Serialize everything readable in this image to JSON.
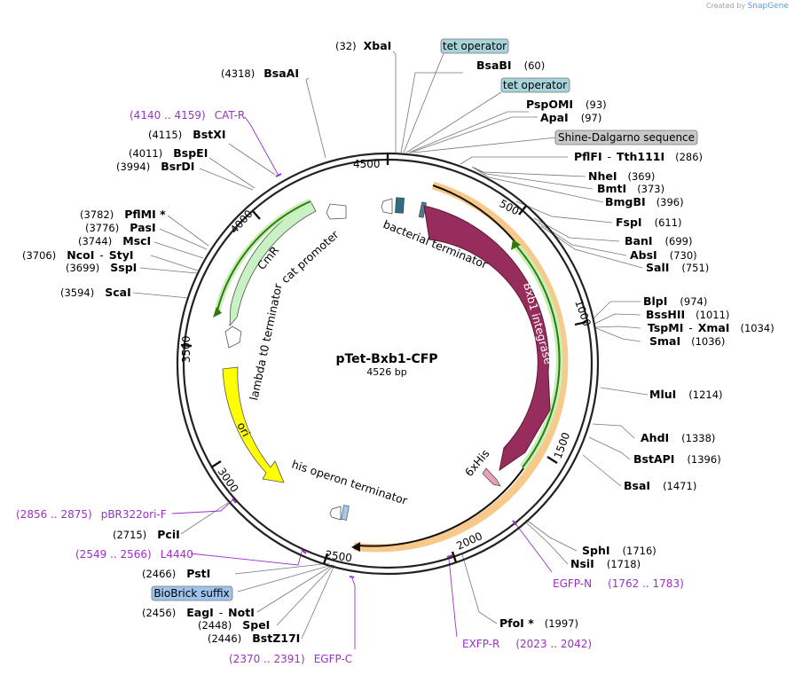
{
  "branding": {
    "created_by": "Created by",
    "app": "SnapGene"
  },
  "map": {
    "name": "pTet-Bxb1-CFP",
    "length": "4526 bp",
    "ticks": [
      "500",
      "1000",
      "1500",
      "2000",
      "2500",
      "3000",
      "3500",
      "4000",
      "4500"
    ],
    "features": {
      "bxb1": "Bxb1 integrase",
      "cmr": "CmR",
      "ori": "ori",
      "cat_promoter": "cat promoter",
      "lambda": "lambda t0 terminator",
      "bact_term": "bacterial terminator",
      "his_term": "his operon terminator",
      "sixhis": "6xHis"
    },
    "boxed": {
      "tet1": "tet operator",
      "tet2": "tet operator",
      "sd": "Shine-Dalgarno sequence",
      "biobrick": "BioBrick suffix"
    },
    "enzymes": [
      {
        "name": "XbaI",
        "pos": "(32)"
      },
      {
        "name": "BsaBI",
        "pos": "(60)"
      },
      {
        "name": "PspOMI",
        "pos": "(93)"
      },
      {
        "name": "ApaI",
        "pos": "(97)"
      },
      {
        "name": "PflFI",
        "sep": "-",
        "name2": "Tth111I",
        "pos": "(286)"
      },
      {
        "name": "NheI",
        "pos": "(369)"
      },
      {
        "name": "BmtI",
        "pos": "(373)"
      },
      {
        "name": "BmgBI",
        "pos": "(396)"
      },
      {
        "name": "FspI",
        "pos": "(611)"
      },
      {
        "name": "BanI",
        "pos": "(699)"
      },
      {
        "name": "AbsI",
        "pos": "(730)"
      },
      {
        "name": "SalI",
        "pos": "(751)"
      },
      {
        "name": "BlpI",
        "pos": "(974)"
      },
      {
        "name": "BssHII",
        "pos": "(1011)"
      },
      {
        "name": "TspMI",
        "sep": "-",
        "name2": "XmaI",
        "pos": "(1034)"
      },
      {
        "name": "SmaI",
        "pos": "(1036)"
      },
      {
        "name": "MluI",
        "pos": "(1214)"
      },
      {
        "name": "AhdI",
        "pos": "(1338)"
      },
      {
        "name": "BstAPI",
        "pos": "(1396)"
      },
      {
        "name": "BsaI",
        "pos": "(1471)"
      },
      {
        "name": "SphI",
        "pos": "(1716)"
      },
      {
        "name": "NsiI",
        "pos": "(1718)"
      },
      {
        "name": "PfoI *",
        "pos": "(1997)"
      },
      {
        "name": "BsaAI",
        "pos": "(4318)"
      },
      {
        "name": "BstXI",
        "pos": "(4115)"
      },
      {
        "name": "BspEI",
        "pos": "(4011)"
      },
      {
        "name": "BsrDI",
        "pos": "(3994)"
      },
      {
        "name": "PflMI *",
        "pos": "(3782)"
      },
      {
        "name": "PasI",
        "pos": "(3776)"
      },
      {
        "name": "MscI",
        "pos": "(3744)"
      },
      {
        "name": "NcoI",
        "sep": "-",
        "name2": "StyI",
        "pos": "(3706)"
      },
      {
        "name": "SspI",
        "pos": "(3699)"
      },
      {
        "name": "ScaI",
        "pos": "(3594)"
      },
      {
        "name": "PciI",
        "pos": "(2715)"
      },
      {
        "name": "PstI",
        "pos": "(2466)"
      },
      {
        "name": "EagI",
        "sep": "-",
        "name2": "NotI",
        "pos": "(2456)"
      },
      {
        "name": "SpeI",
        "pos": "(2448)"
      },
      {
        "name": "BstZ17I",
        "pos": "(2446)"
      }
    ],
    "primers": [
      {
        "range": "(4140 .. 4159)",
        "name": "CAT-R"
      },
      {
        "range": "(1762 .. 1783)",
        "name": "EGFP-N"
      },
      {
        "range": "(2023 .. 2042)",
        "name": "EXFP-R"
      },
      {
        "range": "(2856 .. 2875)",
        "name": "pBR322ori-F"
      },
      {
        "range": "(2549 .. 2566)",
        "name": "L4440"
      },
      {
        "range": "(2370 .. 2391)",
        "name": "EGFP-C"
      }
    ]
  }
}
